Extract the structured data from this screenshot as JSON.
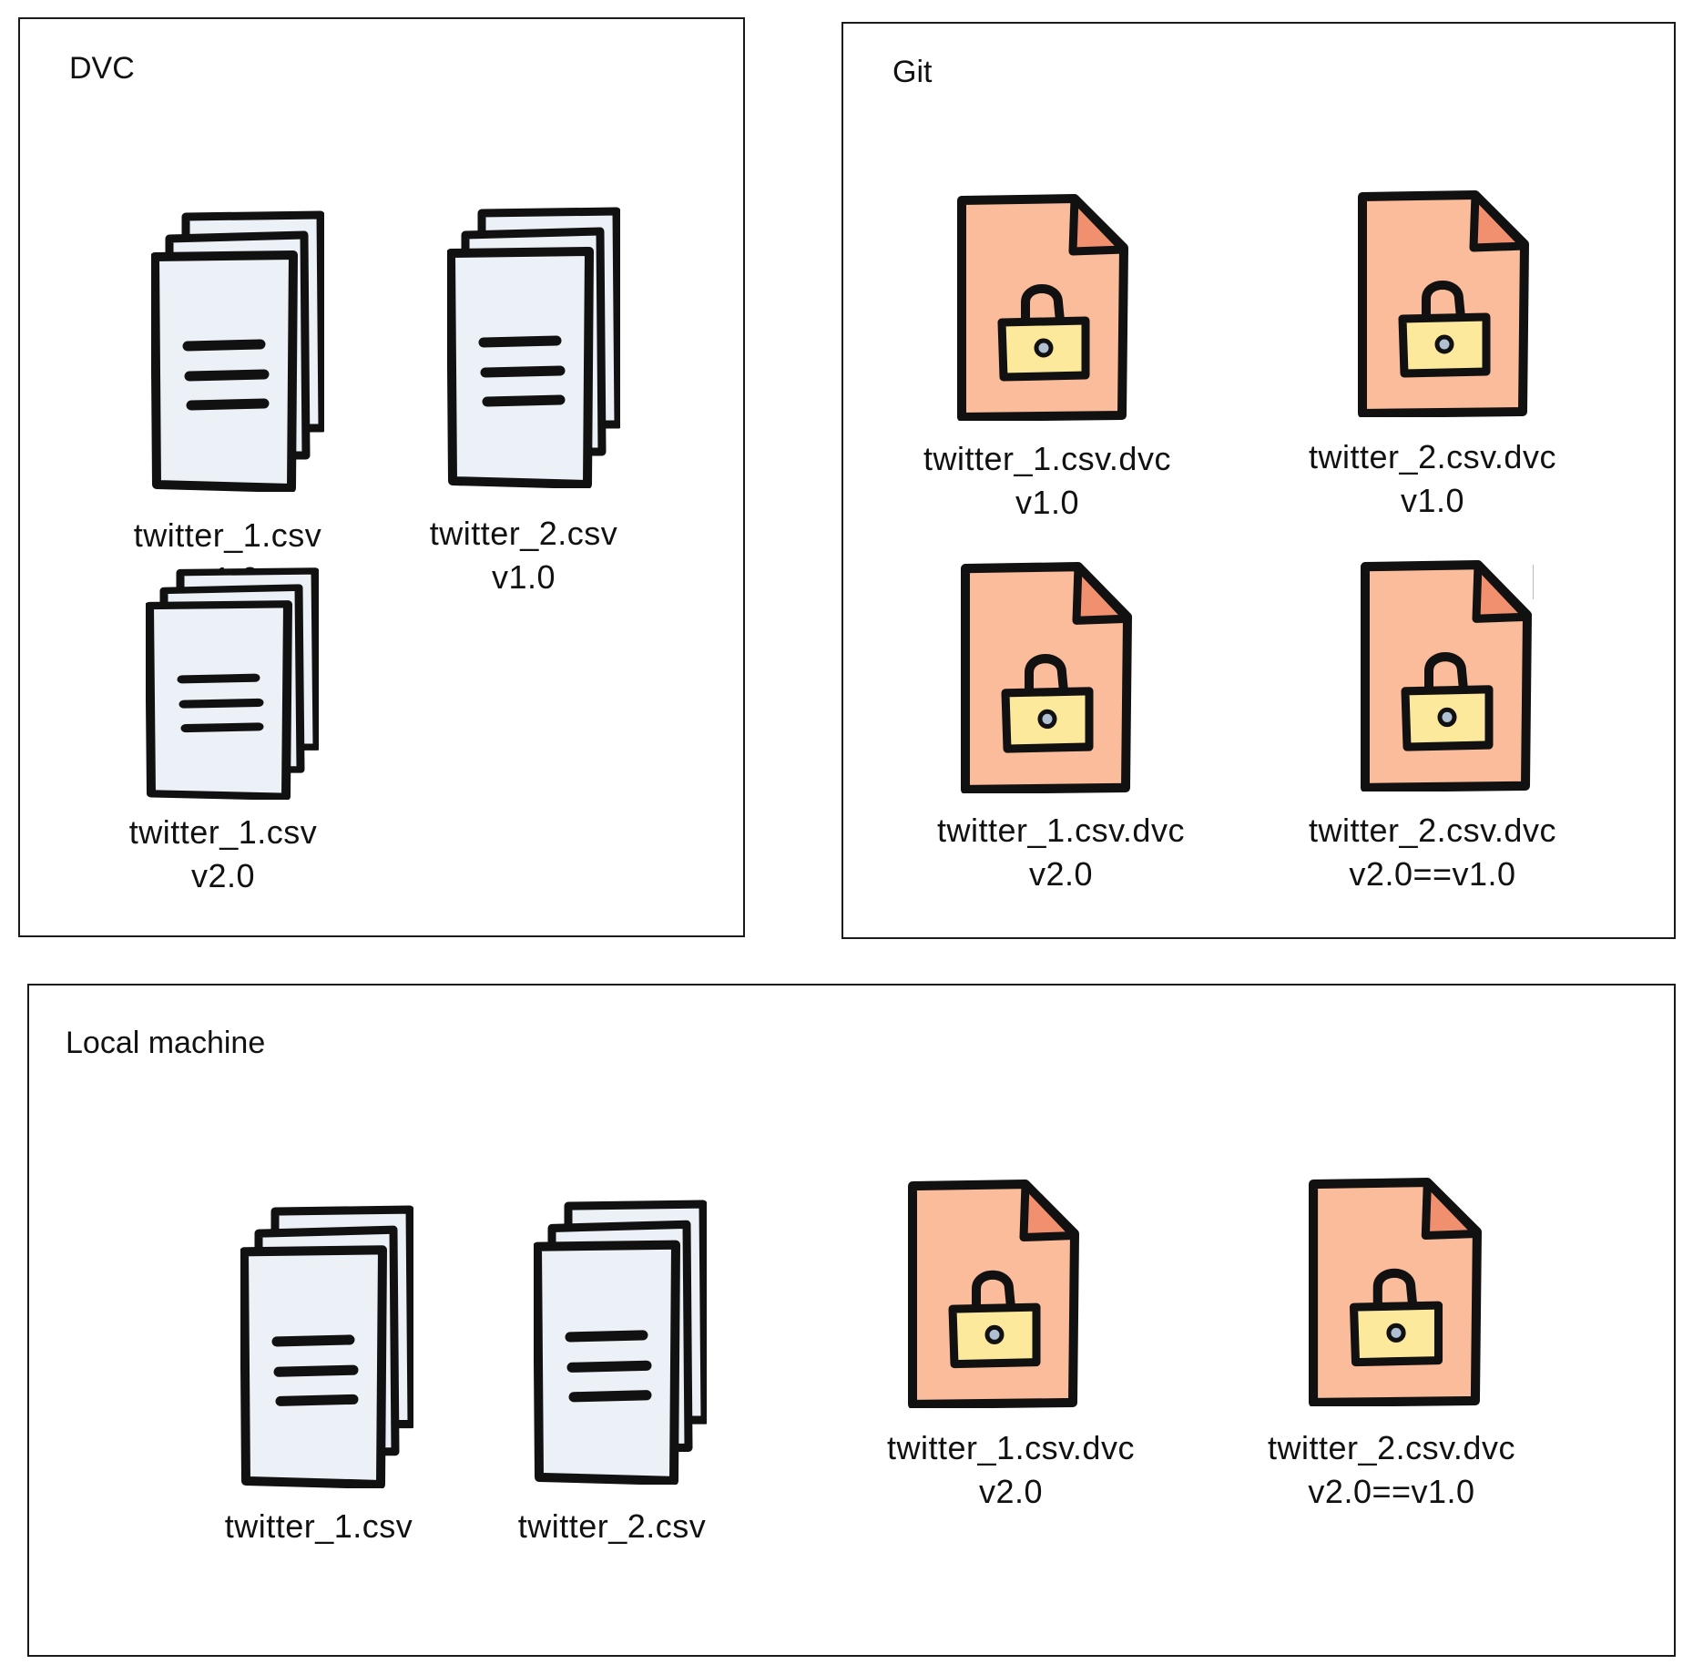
{
  "colors": {
    "outline": "#111111",
    "data_page_fill": "#ecf0f7",
    "dvc_file_fill": "#fbbc9b",
    "dvc_file_fold": "#f0906e",
    "lock_body": "#fde99b",
    "keyhole": "#b0bfd2"
  },
  "panels": {
    "dvc": {
      "title": "DVC",
      "items": [
        {
          "icon": "data-file-stack-icon",
          "name": "twitter_1.csv",
          "version": "v1.0"
        },
        {
          "icon": "data-file-stack-icon",
          "name": "twitter_2.csv",
          "version": "v1.0"
        },
        {
          "icon": "data-file-stack-icon",
          "name": "twitter_1.csv",
          "version": "v2.0"
        }
      ]
    },
    "git": {
      "title": "Git",
      "items": [
        {
          "icon": "locked-dvc-file-icon",
          "name": "twitter_1.csv.dvc",
          "version": "v1.0"
        },
        {
          "icon": "locked-dvc-file-icon",
          "name": "twitter_2.csv.dvc",
          "version": "v1.0"
        },
        {
          "icon": "locked-dvc-file-icon",
          "name": "twitter_1.csv.dvc",
          "version": "v2.0"
        },
        {
          "icon": "locked-dvc-file-icon",
          "name": "twitter_2.csv.dvc",
          "version": "v2.0==v1.0"
        }
      ]
    },
    "local": {
      "title": "Local machine",
      "items": [
        {
          "icon": "data-file-stack-icon",
          "name": "twitter_1.csv"
        },
        {
          "icon": "data-file-stack-icon",
          "name": "twitter_2.csv"
        },
        {
          "icon": "locked-dvc-file-icon",
          "name": "twitter_1.csv.dvc",
          "version": "v2.0"
        },
        {
          "icon": "locked-dvc-file-icon",
          "name": "twitter_2.csv.dvc",
          "version": "v2.0==v1.0"
        }
      ]
    }
  }
}
